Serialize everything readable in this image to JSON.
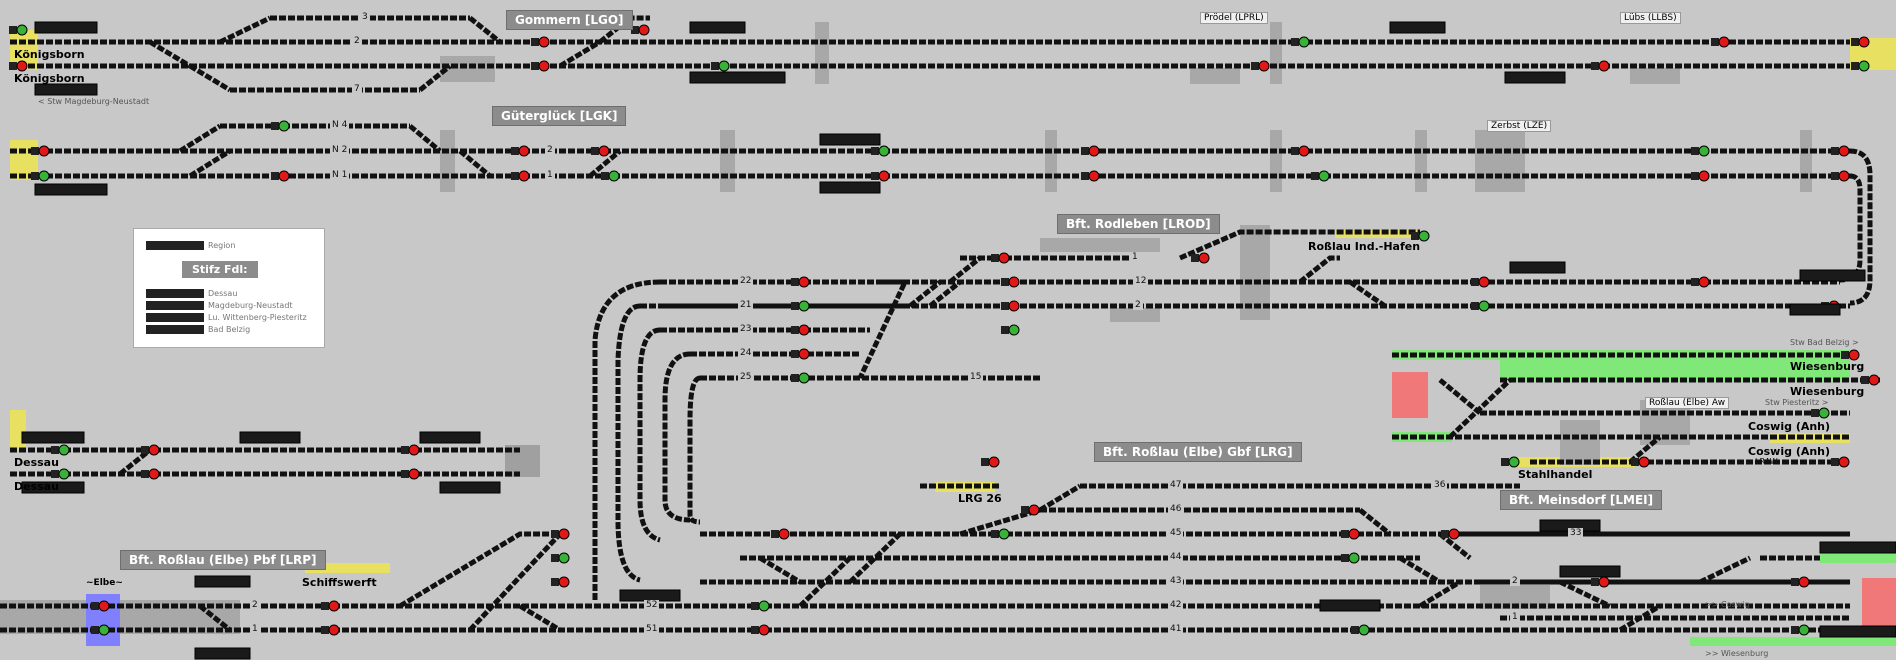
{
  "colors": {
    "background": "#c8c8c8",
    "track": "#111111",
    "signal_red": "#e01818",
    "signal_green": "#39b23a",
    "occupied_green": "#80e878",
    "platform_yellow": "#e8e060",
    "bridge_blue": "#8080ff",
    "zone_red": "#f07878"
  },
  "headers": {
    "gommern": "Gommern [LGO]",
    "gueterglueck": "Güterglück [LGK]",
    "rodleben": "Bft. Rodleben [LROD]",
    "rosslau_gbf": "Bft. Roßlau (Elbe) Gbf [LRG]",
    "rosslau_pbf": "Bft. Roßlau (Elbe) Pbf [LRP]",
    "meinsdorf": "Bft. Meinsdorf [LMEI]"
  },
  "small_stations": {
    "proedel": "Prödel (LPRL)",
    "luebs": "Lübs (LLBS)",
    "zerbst": "Zerbst (LZE)",
    "rosslau_aw": "Roßlau (Elbe) Aw"
  },
  "stations": {
    "koenigsborn1": "Königsborn",
    "koenigsborn2": "Königsborn",
    "dessau1": "Dessau",
    "dessau2": "Dessau",
    "rosslau_ind_hafen": "Roßlau Ind.-Hafen",
    "lrg26": "LRG 26",
    "schiffswerft": "Schiffswerft",
    "stahlhandel": "Stahlhandel",
    "wiesenburg1": "Wiesenburg",
    "wiesenburg2": "Wiesenburg",
    "coswig1": "Coswig (Anh)",
    "coswig2": "Coswig (Anh)",
    "elbe": "~Elbe~",
    "lraw": "LRAW"
  },
  "hints": {
    "stw_magdeburg": "< Stw Magdeburg-Neustadt",
    "stw_bad_belzig": "Stw Bad Belzig >",
    "stw_piesteritz": "Stw Piesteritz >",
    "to_coswig": ">> Coswig",
    "to_wiesenburg": ">> Wiesenburg"
  },
  "track_numbers": {
    "g3": "3",
    "g2": "2",
    "g7": "7",
    "n4": "N 4",
    "n2": "N 2",
    "n1": "N 1",
    "gk2": "2",
    "gk1": "1",
    "r1": "1",
    "r12": "12",
    "r2": "2",
    "t22": "22",
    "t21": "21",
    "t23": "23",
    "t24": "24",
    "t25": "25",
    "t15": "15",
    "t47": "47",
    "t46": "46",
    "t45": "45",
    "t44": "44",
    "t43": "43",
    "t42": "42",
    "t41": "41",
    "t36": "36",
    "t33": "33",
    "m2": "2",
    "m1": "1",
    "p2": "2",
    "p1": "1",
    "t52": "52",
    "t51": "51"
  },
  "legend": {
    "region": "Region",
    "title": "Stifz Fdl:",
    "items": [
      "Dessau",
      "Magdeburg-Neustadt",
      "Lu. Wittenberg-Piesteritz",
      "Bad Belzig"
    ]
  }
}
